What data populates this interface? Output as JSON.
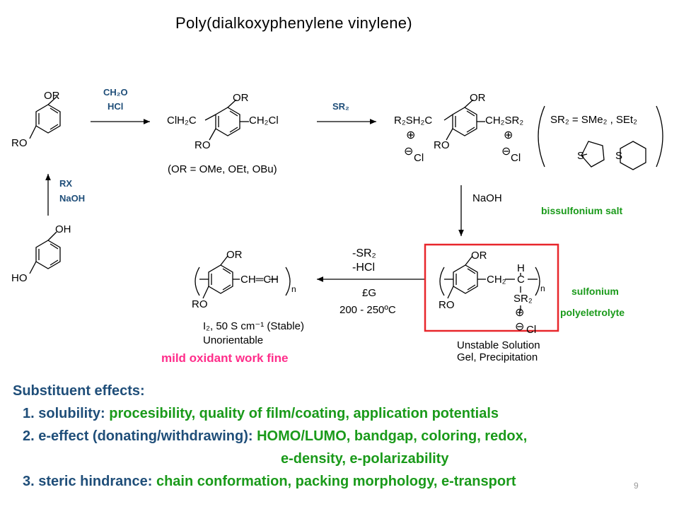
{
  "title": "Poly(dialkoxyphenylene vinylene)",
  "page_number": "9",
  "colors": {
    "navy": "#1f4e79",
    "green": "#1a9a1a",
    "pink": "#ff2d8a",
    "red": "#e8262b"
  },
  "reagents": {
    "step1_top": "CH₂O",
    "step1_bottom": "HCl",
    "step2": "SR₂",
    "step0_top": "RX",
    "step0_bottom": "NaOH",
    "step3": "NaOH",
    "step4_line1": "-SR₂",
    "step4_line2": "-HCl",
    "step4_line3": "£G",
    "step4_line4": "200 - 250ºC"
  },
  "structures": {
    "start_top": "OR",
    "start_bottom": "RO",
    "hq_top": "OH",
    "hq_bottom": "HO",
    "dichloro_top": "OR",
    "dichloro_left": "ClH₂C",
    "dichloro_right": "CH₂Cl",
    "dichloro_bottom": "RO",
    "or_options": "(OR = OMe, OEt, OBu)",
    "salt_top": "OR",
    "salt_left": "R₂SH₂C",
    "salt_right": "CH₂SR₂",
    "salt_bottom": "RO",
    "plus": "⊕",
    "minus": "⊖",
    "cl": "Cl",
    "sr2_def": "SR₂ = SMe₂ , SEt₂",
    "ring_s1": "S",
    "ring_s2": "S",
    "poly_top": "OR",
    "poly_bottom": "RO",
    "poly_vinylene": "CH═CH",
    "poly_n": "n",
    "prec_top": "OR",
    "prec_bottom": "RO",
    "prec_ch2": "CH₂",
    "prec_c": "C",
    "prec_h": "H",
    "prec_sr2": "SR₂",
    "prec_n": "n"
  },
  "notes": {
    "conductivity": "I₂, 50 S cm⁻¹ (Stable)",
    "unorientable": "Unorientable",
    "unstable1": "Unstable Solution",
    "unstable2": "Gel, Precipitation",
    "bissulfonium": "bissulfonium  salt",
    "sulfonium1": "sulfonium",
    "sulfonium2": "polyeletrolyte",
    "mild": "mild oxidant work fine"
  },
  "effects": {
    "heading": "Substituent effects:",
    "items": [
      {
        "label": "1. solubility:",
        "text": " procesibility, quality of film/coating, application potentials"
      },
      {
        "label": "2. e-effect (donating/withdrawing):",
        "text": " HOMO/LUMO,  bandgap, coloring, redox,"
      },
      {
        "label": "",
        "text": "e-density, e-polarizability"
      },
      {
        "label": "3. steric hindrance:",
        "text": " chain conformation, packing morphology, e-transport"
      }
    ]
  }
}
